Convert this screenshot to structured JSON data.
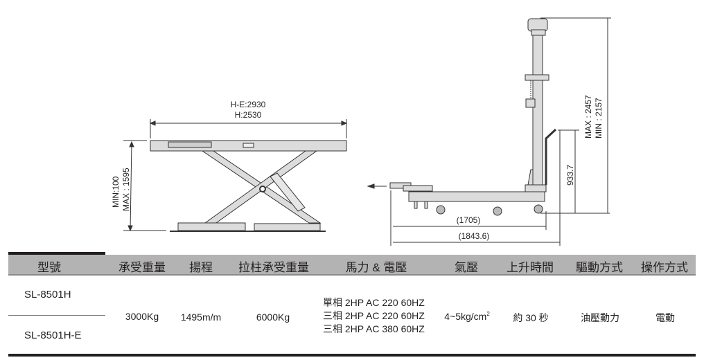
{
  "drawing_left": {
    "width_label_1": "H-E:2930",
    "width_label_2": "H:2530",
    "height_label_1": "MIN:100",
    "height_label_2": "MAX : 1595"
  },
  "drawing_right": {
    "height_max": "MAX : 2457",
    "height_min": "MIN : 2157",
    "handle_height": "933.7",
    "length_1": "(1705)",
    "length_2": "(1843.6)"
  },
  "table": {
    "headers": [
      "型號",
      "承受重量",
      "揚程",
      "拉柱承受重量",
      "馬力 & 電壓",
      "氣壓",
      "上升時間",
      "驅動方式",
      "操作方式"
    ],
    "models": [
      "SL-8501H",
      "SL-8501H-E"
    ],
    "capacity": "3000Kg",
    "lift": "1495m/m",
    "pull_capacity": "6000Kg",
    "power": [
      "單相  2HP AC 220 60HZ",
      "三相  2HP AC 220 60HZ",
      "三相  2HP AC 380 60HZ"
    ],
    "air_pressure": "4~5kg/cm",
    "air_pressure_sup": "2",
    "rise_time": "約 30 秒",
    "drive": "油壓動力",
    "operation": "電動"
  }
}
